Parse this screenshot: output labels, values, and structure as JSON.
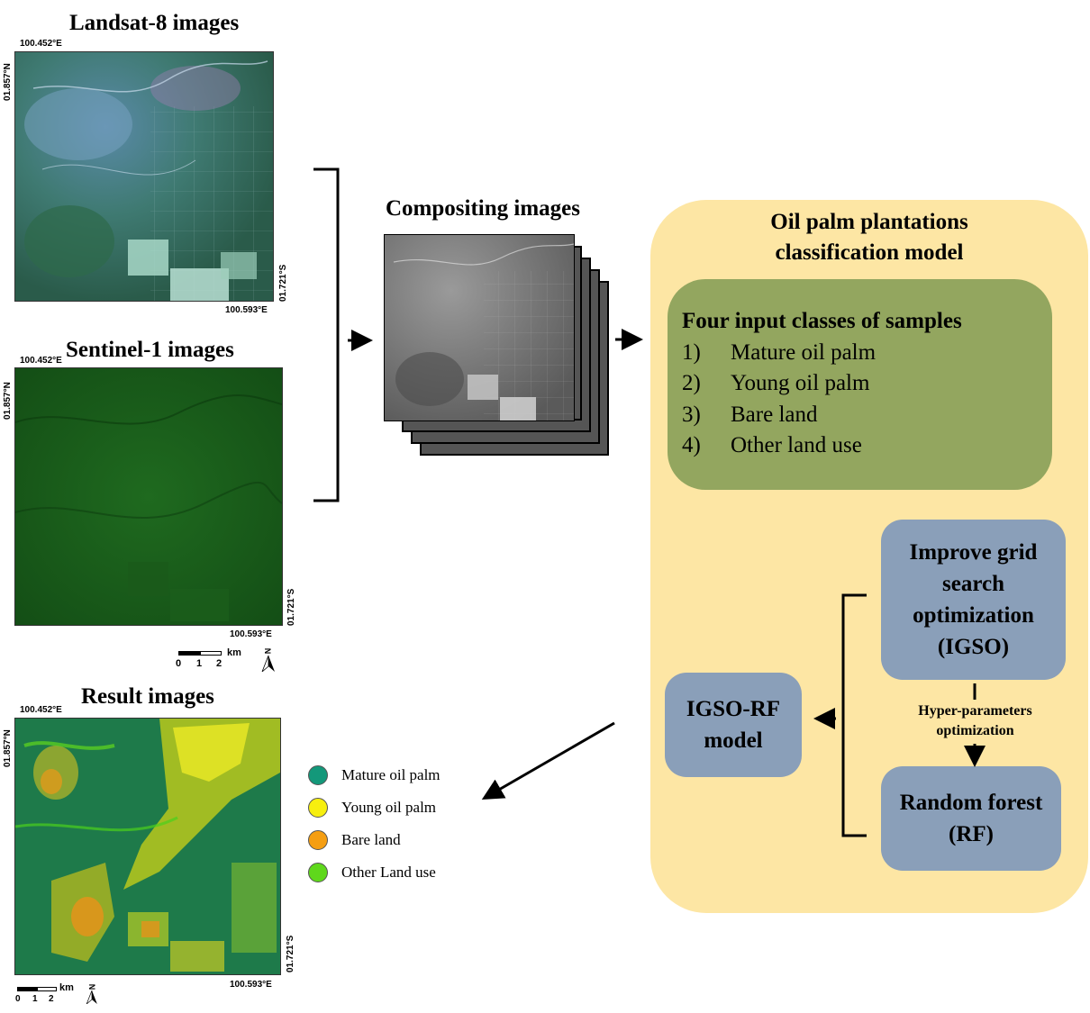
{
  "landsat": {
    "title": "Landsat-8 images",
    "coord_top_lon": "100.452°E",
    "coord_top_lat": "01.857°N",
    "coord_bottom_lat": "01.721°S",
    "coord_bottom_lon": "100.593°E"
  },
  "sentinel": {
    "title": "Sentinel-1 images",
    "coord_top_lon": "100.452°E",
    "coord_top_lat": "01.857°N",
    "coord_bottom_lat": "01.721°S",
    "coord_bottom_lon": "100.593°E",
    "scale_unit": "km",
    "scale_ticks": [
      "0",
      "1",
      "2"
    ],
    "north": "N"
  },
  "result": {
    "title": "Result images",
    "coord_top_lon": "100.452°E",
    "coord_top_lat": "01.857°N",
    "coord_bottom_lat": "01.721°S",
    "coord_bottom_lon": "100.593°E",
    "scale_unit": "km",
    "scale_ticks": [
      "0",
      "1",
      "2"
    ],
    "north": "N"
  },
  "compositing": {
    "title": "Compositing images"
  },
  "legend": [
    {
      "label": "Mature oil palm",
      "color": "#13987a"
    },
    {
      "label": "Young oil palm",
      "color": "#f7ef0f"
    },
    {
      "label": "Bare land",
      "color": "#f59e12"
    },
    {
      "label": "Other Land use",
      "color": "#5fd81c"
    }
  ],
  "model": {
    "title_line1": "Oil palm plantations",
    "title_line2": "classification model",
    "samples_title": "Four input classes of samples",
    "samples": [
      {
        "num": "1)",
        "label": "Mature oil palm"
      },
      {
        "num": "2)",
        "label": "Young oil palm"
      },
      {
        "num": "3)",
        "label": "Bare land"
      },
      {
        "num": "4)",
        "label": "Other land use"
      }
    ],
    "igso_lines": [
      "Improve grid",
      "search",
      "optimization",
      "(IGSO)"
    ],
    "rf_lines": [
      "Random forest",
      "(RF)"
    ],
    "igsorf_lines": [
      "IGSO-RF",
      "model"
    ],
    "hyper_line1": "Hyper-parameters",
    "hyper_line2": "optimization"
  }
}
